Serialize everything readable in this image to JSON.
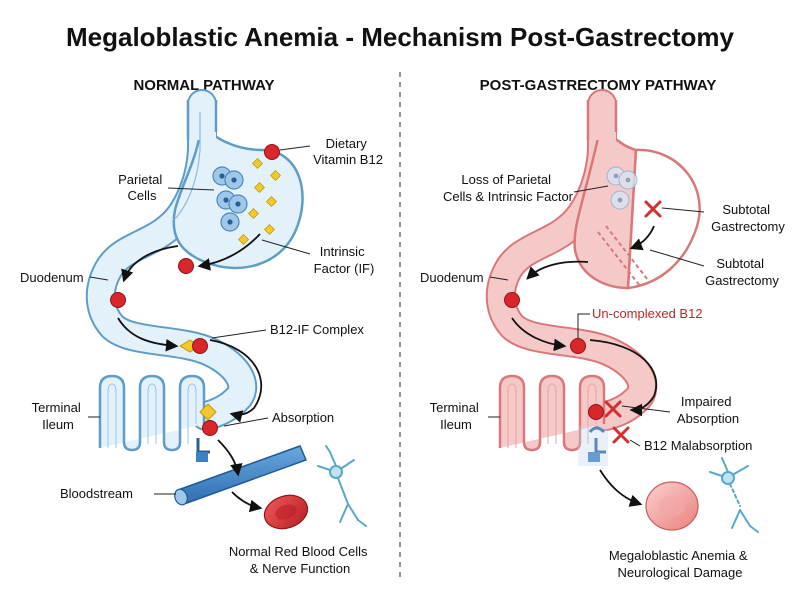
{
  "title": "Megaloblastic Anemia - Mechanism Post-Gastrectomy",
  "colors": {
    "normal_fill": "#e3f1fb",
    "normal_stroke": "#5f9cc6",
    "post_fill": "#f6c9c9",
    "post_stroke": "#d9787a",
    "b12_red": "#d9262b",
    "if_yellow": "#f2c92c",
    "blood_blue": "#3c7fc4",
    "x_red": "#d32f2f"
  },
  "normal": {
    "heading": "NORMAL PATHWAY",
    "labels": {
      "dietary_b12": [
        "Dietary",
        "Vitamin B12"
      ],
      "parietal_cells": [
        "Parietal",
        "Cells"
      ],
      "intrinsic_factor": [
        "Intrinsic",
        "Factor (IF)"
      ],
      "duodenum": "Duodenum",
      "complex": "B12-IF Complex",
      "terminal_ileum": [
        "Terminal",
        "Ileum"
      ],
      "absorption": "Absorption",
      "bloodstream": "Bloodstream",
      "outcome": [
        "Normal Red Blood Cells",
        "& Nerve Function"
      ]
    }
  },
  "post": {
    "heading": "POST-GASTRECTOMY PATHWAY",
    "labels": {
      "loss_parietal": [
        "Loss of Parietal",
        "Cells & Intrinsic Factor"
      ],
      "subtotal_1": [
        "Subtotal",
        "Gastrectomy"
      ],
      "subtotal_2": [
        "Subtotal",
        "Gastrectomy"
      ],
      "duodenum": "Duodenum",
      "uncomplexed": "Un-complexed B12",
      "terminal_ileum": [
        "Terminal",
        "Ileum"
      ],
      "impaired": [
        "Impaired",
        "Absorption"
      ],
      "malabsorption": "B12 Malabsorption",
      "outcome": [
        "Megaloblastic Anemia &",
        "Neurological Damage"
      ]
    }
  }
}
